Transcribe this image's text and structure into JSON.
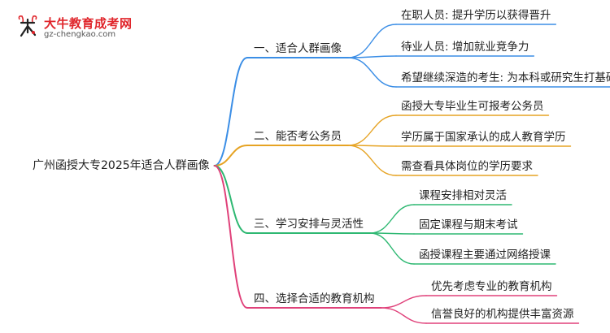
{
  "logo": {
    "title": "大牛教育成考网",
    "url": "gz-chengkao.com",
    "mark_icon": "bull-logo-icon"
  },
  "root": {
    "label": "广州函授大专2025年适合人群画像"
  },
  "branches": [
    {
      "label": "一、适合人群画像",
      "color": "#3b8ee6",
      "children": [
        "在职人员: 提升学历以获得晋升",
        "待业人员: 增加就业竞争力",
        "希望继续深造的考生: 为本科或研究生打基础"
      ]
    },
    {
      "label": "二、能否考公务员",
      "color": "#e6a323",
      "children": [
        "函授大专毕业生可报考公务员",
        "学历属于国家承认的成人教育学历",
        "需查看具体岗位的学历要求"
      ]
    },
    {
      "label": "三、学习安排与灵活性",
      "color": "#2eb872",
      "children": [
        "课程安排相对灵活",
        "固定课程与期末考试",
        "函授课程主要通过网络授课"
      ]
    },
    {
      "label": "四、选择合适的教育机构",
      "color": "#e0417a",
      "children": [
        "优先考虑专业的教育机构",
        "信誉良好的机构提供丰富资源"
      ]
    }
  ]
}
